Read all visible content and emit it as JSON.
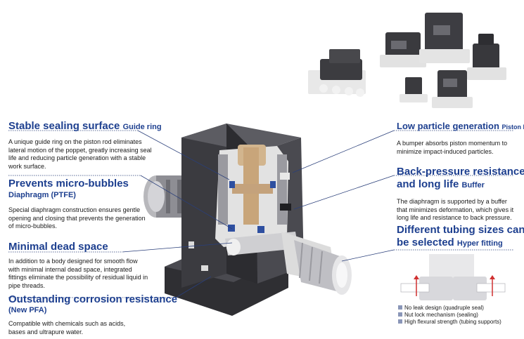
{
  "features": {
    "stable_sealing": {
      "title": "Stable sealing surface",
      "subtitle": "Guide ring",
      "description": "A unique guide ring on the piston rod eliminates lateral motion of the poppet, greatly increasing seal life and reducing particle generation with a stable work surface."
    },
    "micro_bubbles": {
      "title": "Prevents micro-bubbles",
      "subtitle": "Diaphragm (PTFE)",
      "description": "Special diaphragm construction ensures gentle opening and closing that prevents the generation of micro-bubbles."
    },
    "dead_space": {
      "title": "Minimal dead space",
      "description": "In addition to a body designed for smooth flow with minimal internal dead space, integrated fittings eliminate the possibility of residual liquid in pipe threads."
    },
    "corrosion": {
      "title": "Outstanding corrosion resistance",
      "subtitle": "(New PFA)",
      "description": "Compatible with chemicals such as acids, bases and ultrapure water."
    },
    "low_particle": {
      "title": "Low particle generation",
      "subtitle": "Piston bumper",
      "description": "A bumper absorbs piston momentum to minimize impact-induced particles."
    },
    "back_pressure": {
      "title_line1": "Back-pressure resistance",
      "title_line2": "and long life",
      "subtitle": "Buffer",
      "description": "The diaphragm is supported by a buffer that minimizes deformation, which gives it long life and resistance to back pressure."
    },
    "tubing": {
      "title_line1": "Different tubing sizes can",
      "title_line2": "be selected",
      "subtitle": "Hyper fitting",
      "legend": [
        "No leak design (quadruple seal)",
        "Nut lock mechanism (sealing)",
        "High flexural strength (tubing supports)"
      ]
    }
  },
  "colors": {
    "title_blue": "#1d3f8f",
    "body_dark": "#3a3a3c",
    "body_mid": "#5a5a5e",
    "pfa_white": "#e6e6e6",
    "seal_blue": "#2e4fa0",
    "diaphragm_tan": "#c8a57a",
    "legend_square": "#8a96b8",
    "arrow_red": "#d03030"
  }
}
